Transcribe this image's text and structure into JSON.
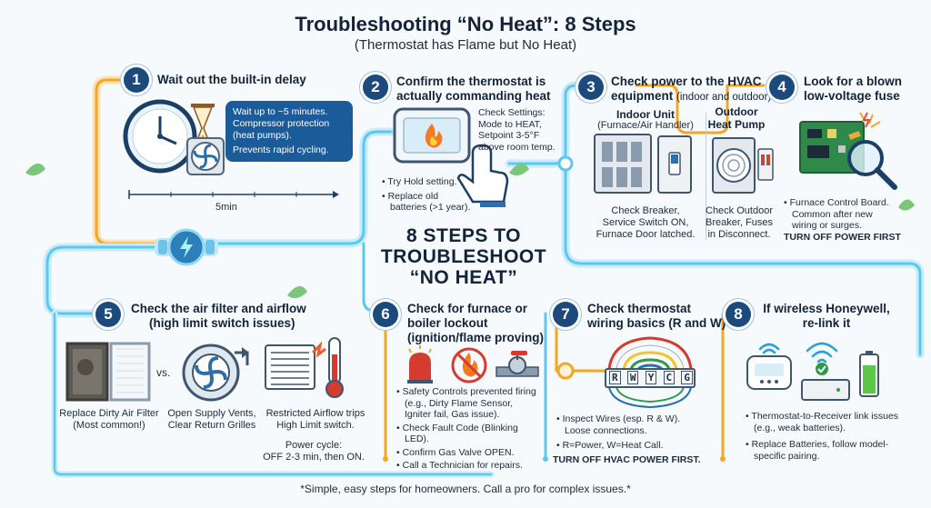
{
  "title": "Troubleshooting “No Heat”: 8 Steps",
  "subtitle": "(Thermostat has Flame but No Heat)",
  "center_title": [
    "8 STEPS TO",
    "TROUBLESHOOT",
    "“NO HEAT”"
  ],
  "footer": "*Simple, easy steps for homeowners. Call a pro for complex issues.*",
  "colors": {
    "pipe_orange": "#f5a623",
    "pipe_blue": "#5cc8ef",
    "badge": "#1c4a7d",
    "callout": "#1c5b99",
    "warning": "#d63b2f"
  },
  "steps": {
    "s1": {
      "num": "1",
      "heading": "Wait out the built-in delay",
      "callout": [
        "Wait up to ~5 minutes.",
        "Compressor protection (heat pumps).",
        "Prevents rapid cycling."
      ],
      "timeline_label": "5min",
      "icons": [
        "clock-icon",
        "hourglass-icon",
        "fan-icon"
      ]
    },
    "s2": {
      "num": "2",
      "heading": [
        "Confirm the thermostat is",
        "actually commanding heat"
      ],
      "settings": [
        "Check Settings:",
        "Mode to HEAT,",
        "Setpoint 3-5°F",
        "above room temp."
      ],
      "bullets": [
        "Try Hold setting.",
        "Replace old batteries (>1 year)."
      ],
      "icons": [
        "thermostat-flame-icon",
        "hand-pointer-icon"
      ]
    },
    "s3": {
      "num": "3",
      "heading": "Check power to the HVAC",
      "heading2": "equipment",
      "heading2_small": "(indoor and outdoor)",
      "indoor_title": "Indoor Unit",
      "indoor_sub": "(Furnace/Air Handler)",
      "indoor_text": [
        "Check Breaker,",
        "Service Switch ON,",
        "Furnace Door latched."
      ],
      "outdoor_title": [
        "Outdoor",
        "Heat Pump"
      ],
      "outdoor_text": [
        "Check Outdoor",
        "Breaker, Fuses",
        "in Disconnect."
      ]
    },
    "s4": {
      "num": "4",
      "heading": [
        "Look for a blown",
        "low-voltage fuse"
      ],
      "bullets": [
        "Furnace Control Board. Common after new wiring or surges."
      ],
      "warning": "TURN OFF POWER FIRST"
    },
    "s5": {
      "num": "5",
      "heading": [
        "Check the air filter and airflow",
        "(high limit switch issues)"
      ],
      "vs": "vs.",
      "cap1": [
        "Replace Dirty Air Filter",
        "(Most common!)"
      ],
      "cap2": [
        "Open Supply Vents,",
        "Clear Return Grilles"
      ],
      "cap3": [
        "Restricted Airflow trips",
        "High Limit switch."
      ],
      "cap4": [
        "Power cycle:",
        "OFF 2-3 min, then ON."
      ]
    },
    "s6": {
      "num": "6",
      "heading": [
        "Check for furnace or",
        "boiler lockout",
        "(ignition/flame proving)"
      ],
      "bullets": [
        "Safety Controls prevented firing (e.g., Dirty Flame Sensor, Igniter fail, Gas issue).",
        "Check Fault Code (Blinking LED).",
        "Confirm Gas Valve OPEN.",
        "Call a Technician for repairs."
      ]
    },
    "s7": {
      "num": "7",
      "heading": [
        "Check thermostat",
        "wiring basics (R and W)"
      ],
      "terminals": [
        "R",
        "W",
        "Y",
        "C",
        "G"
      ],
      "bullets": [
        "Inspect Wires (esp. R & W). Loose connections.",
        "R=Power, W=Heat Call."
      ],
      "warning": "TURN OFF HVAC POWER FIRST."
    },
    "s8": {
      "num": "8",
      "heading": [
        "If wireless Honeywell,",
        "re-link it"
      ],
      "bullets": [
        "Thermostat-to-Receiver link issues (e.g., weak batteries).",
        "Replace Batteries, follow model-specific pairing."
      ]
    }
  }
}
